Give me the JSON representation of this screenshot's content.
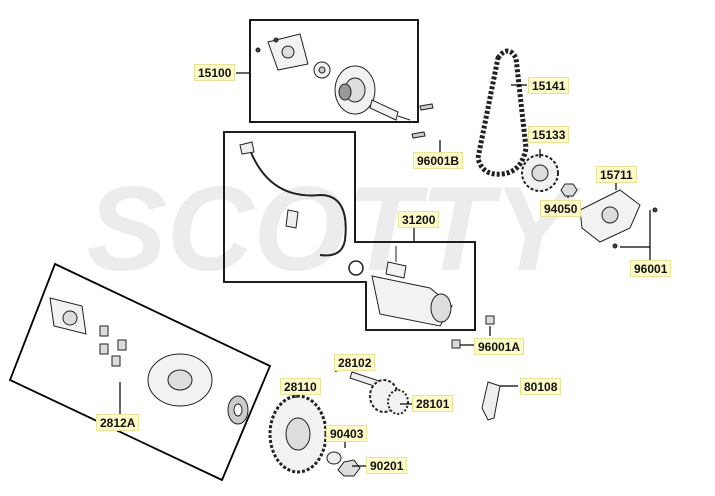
{
  "diagram": {
    "watermark": "SCOTTY",
    "colors": {
      "label_bg": "#fdfbc8",
      "line": "#000000",
      "part_fill": "#f2f2f2",
      "part_stroke": "#222222"
    },
    "part_labels": {
      "p15100": "15100",
      "p15141": "15141",
      "p15133": "15133",
      "p96001B": "96001B",
      "p15711": "15711",
      "p94050": "94050",
      "p31200": "31200",
      "p96001": "96001",
      "p96001A": "96001A",
      "p28102": "28102",
      "p28110": "28110",
      "p80108": "80108",
      "p28101": "28101",
      "p2812A": "2812A",
      "p90403": "90403",
      "p90201": "90201"
    }
  }
}
